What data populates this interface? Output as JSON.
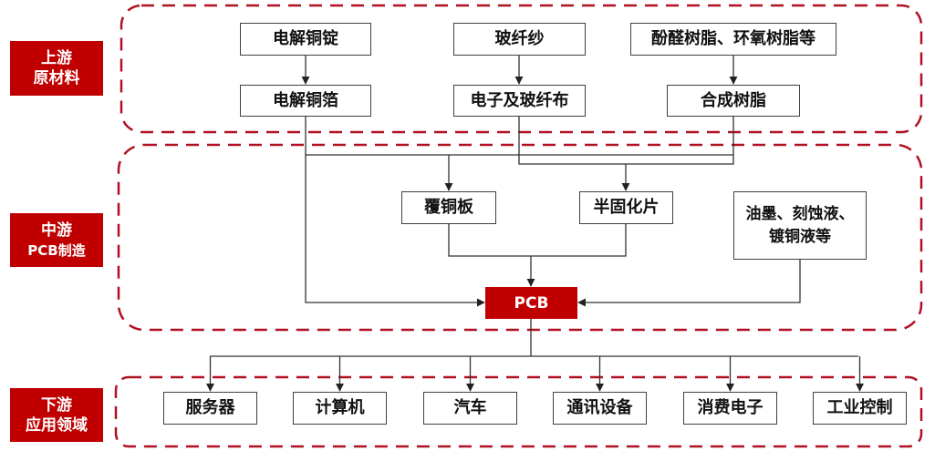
{
  "title": "PCB产业链",
  "colors": {
    "accent": "#c00000",
    "line": "#333333",
    "box_border": "#404040"
  },
  "stages": {
    "upstream": {
      "line1": "上游",
      "line2": "原材料"
    },
    "midstream": {
      "line1": "中游",
      "line2": "PCB制造"
    },
    "downstream": {
      "line1": "下游",
      "line2": "应用领域"
    }
  },
  "upstream": {
    "copper_ingot": "电解铜锭",
    "glass_yarn": "玻纤纱",
    "resins_raw": "酚醛树脂、环氧树脂等",
    "copper_foil": "电解铜箔",
    "glass_cloth": "电子及玻纤布",
    "synthetic_resin": "合成树脂"
  },
  "midstream": {
    "ccl": "覆铜板",
    "prepreg": "半固化片",
    "chemicals_line1": "油墨、刻蚀液、",
    "chemicals_line2": "镀铜液等",
    "pcb": "PCB"
  },
  "downstream": {
    "items": [
      "服务器",
      "计算机",
      "汽车",
      "通讯设备",
      "消费电子",
      "工业控制"
    ]
  }
}
